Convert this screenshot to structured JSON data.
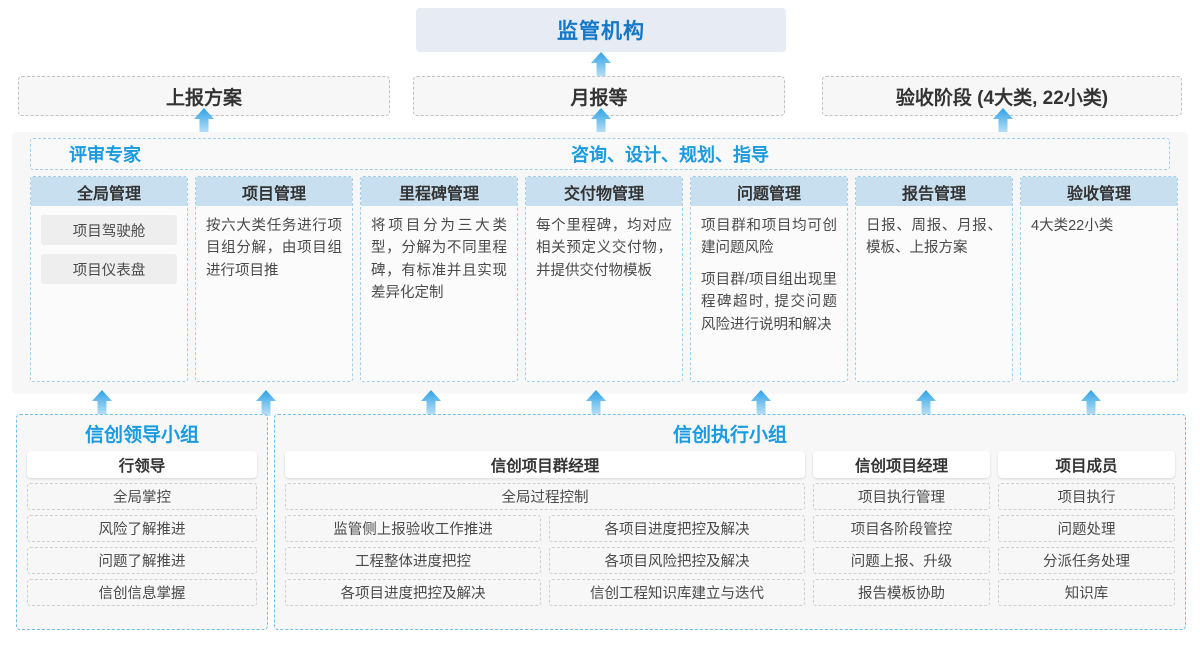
{
  "top": {
    "regulator": "监管机构",
    "boxes": [
      "上报方案",
      "月报等",
      "验收阶段 (4大类, 22小类)"
    ]
  },
  "middle": {
    "left_label": "评审专家",
    "center_label": "咨询、设计、规划、指导",
    "cards": [
      {
        "title": "全局管理",
        "paragraphs": [],
        "pills": [
          "项目驾驶舱",
          "项目仪表盘"
        ]
      },
      {
        "title": "项目管理",
        "paragraphs": [
          "按六大类任务进行项目组分解，由项目组进行项目推"
        ],
        "pills": []
      },
      {
        "title": "里程碑管理",
        "paragraphs": [
          "将项目分为三大类型，分解为不同里程碑，有标准并且实现差异化定制"
        ],
        "pills": []
      },
      {
        "title": "交付物管理",
        "paragraphs": [
          "每个里程碑，均对应相关预定义交付物，并提供交付物模板"
        ],
        "pills": []
      },
      {
        "title": "问题管理",
        "paragraphs": [
          "项目群和项目均可创建问题风险",
          "项目群/项目组出现里程碑超时, 提交问题风险进行说明和解决"
        ],
        "pills": []
      },
      {
        "title": "报告管理",
        "paragraphs": [
          "日报、周报、月报、模板、上报方案"
        ],
        "pills": []
      },
      {
        "title": "验收管理",
        "paragraphs": [
          "4大类22小类"
        ],
        "pills": []
      }
    ]
  },
  "bottom": {
    "leader_group": {
      "title": "信创领导小组",
      "role": "行领导",
      "items": [
        "全局掌控",
        "风险了解推进",
        "问题了解推进",
        "信创信息掌握"
      ]
    },
    "exec_group": {
      "title": "信创执行小组",
      "program_manager": {
        "role": "信创项目群经理",
        "wide_item": "全局过程控制",
        "left_items": [
          "监管侧上报验收工作推进",
          "工程整体进度把控",
          "各项目进度把控及解决"
        ],
        "right_items": [
          "各项目进度把控及解决",
          "各项目风险把控及解决",
          "信创工程知识库建立与迭代"
        ]
      },
      "project_manager": {
        "role": "信创项目经理",
        "items": [
          "项目执行管理",
          "项目各阶段管控",
          "问题上报、升级",
          "报告模板协助"
        ]
      },
      "member": {
        "role": "项目成员",
        "items": [
          "项目执行",
          "问题处理",
          "分派任务处理",
          "知识库"
        ]
      }
    }
  },
  "icons": {
    "arrow_up": "arrow-up-icon"
  },
  "colors": {
    "accent_blue": "#1a9ae0",
    "title_blue": "#1478c8",
    "card_header": "#c8dfef",
    "regulator_bg": "#e6ebf4",
    "arrow": "#3aa8e8"
  }
}
